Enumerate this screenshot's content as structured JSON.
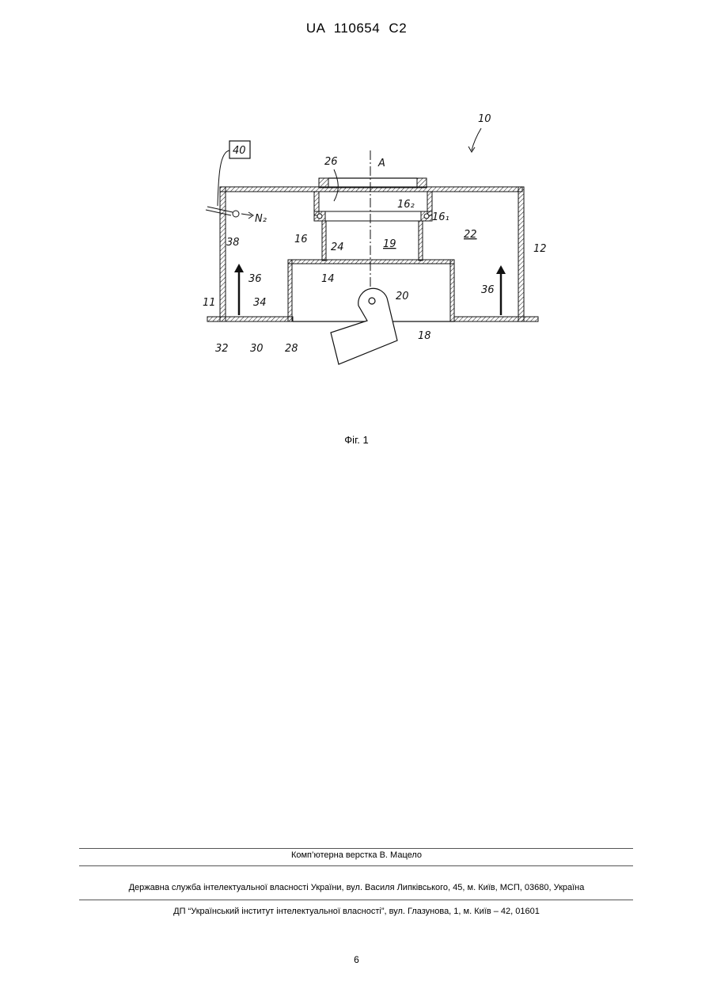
{
  "header": {
    "patent_id": "UA   110654   C2"
  },
  "figure": {
    "caption": "Фіг. 1",
    "labels": {
      "l10": "10",
      "l40": "40",
      "l26": "26",
      "lA": "A",
      "l162": "16₂",
      "l161": "16₁",
      "lN2": "N₂",
      "l38": "38",
      "l16": "16",
      "l24": "24",
      "l19": "19",
      "l22": "22",
      "l12": "12",
      "l36a": "36",
      "l14": "14",
      "l20": "20",
      "l36b": "36",
      "l11": "11",
      "l34": "34",
      "l18": "18",
      "l32": "32",
      "l30": "30",
      "l28": "28"
    }
  },
  "footer": {
    "layout_credit": "Комп’ютерна верстка В. Мацело",
    "agency": "Державна служба інтелектуальної власності України, вул. Василя Липківського, 45, м. Київ, МСП, 03680, Україна",
    "institute": "ДП “Український інститут інтелектуальної власності”, вул. Глазунова, 1, м. Київ – 42, 01601"
  },
  "page_number": "6"
}
